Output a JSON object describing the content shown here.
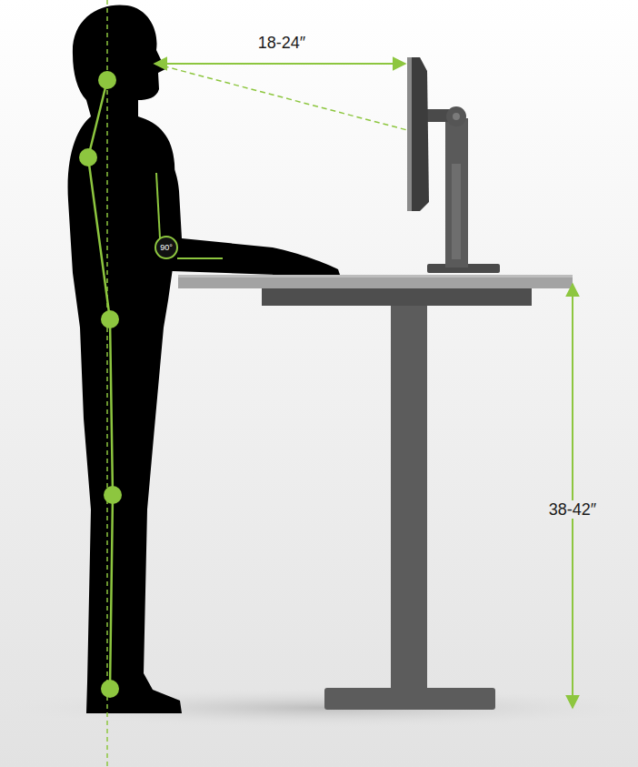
{
  "diagram": {
    "nodes": [
      {
        "text": [
          "90°"
        ]
      }
    ],
    "edges": [],
    "labels": [
      "18-24″",
      "38-42″"
    ]
  }
}
